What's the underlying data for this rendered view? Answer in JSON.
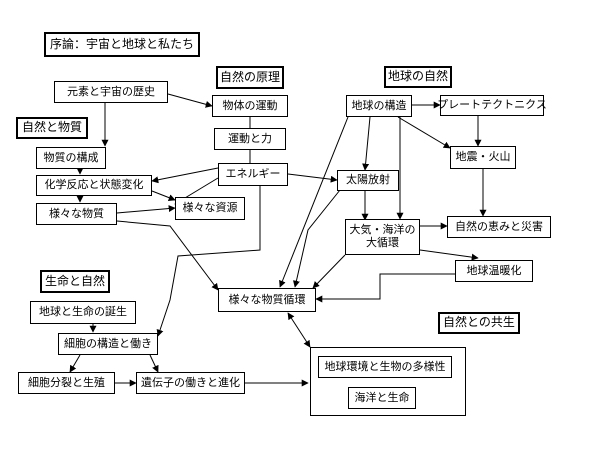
{
  "diagram": {
    "title": "序論：宇宙と地球と私たち",
    "sections": {
      "natural_principles": "自然の原理",
      "nature_and_matter": "自然と物質",
      "earth_nature": "地球の自然",
      "life_and_nature": "生命と自然",
      "coexistence": "自然との共生"
    },
    "nodes": {
      "element_history": "元素と宇宙の歴史",
      "object_motion": "物体の運動",
      "motion_force": "運動と力",
      "energy": "エネルギー",
      "matter_structure": "物質の構成",
      "chemical_reaction": "化学反応と状態変化",
      "various_matter": "様々な物質",
      "various_resources": "様々な資源",
      "earth_structure": "地球の構造",
      "plate_tectonics": "プレートテクトニクス",
      "quake_volcano": "地震・火山",
      "solar_radiation": "太陽放射",
      "atmosphere_ocean": "大気・海洋の大循環",
      "blessings_disasters": "自然の恵みと災害",
      "global_warming": "地球温暖化",
      "matter_cycle": "様々な物質循環",
      "earth_life_birth": "地球と生命の誕生",
      "cell_structure": "細胞の構造と働き",
      "cell_division": "細胞分裂と生殖",
      "gene_evolution": "遺伝子の働きと進化",
      "environment_diversity": "地球環境と生物の多様性",
      "ocean_life": "海洋と生命"
    }
  }
}
